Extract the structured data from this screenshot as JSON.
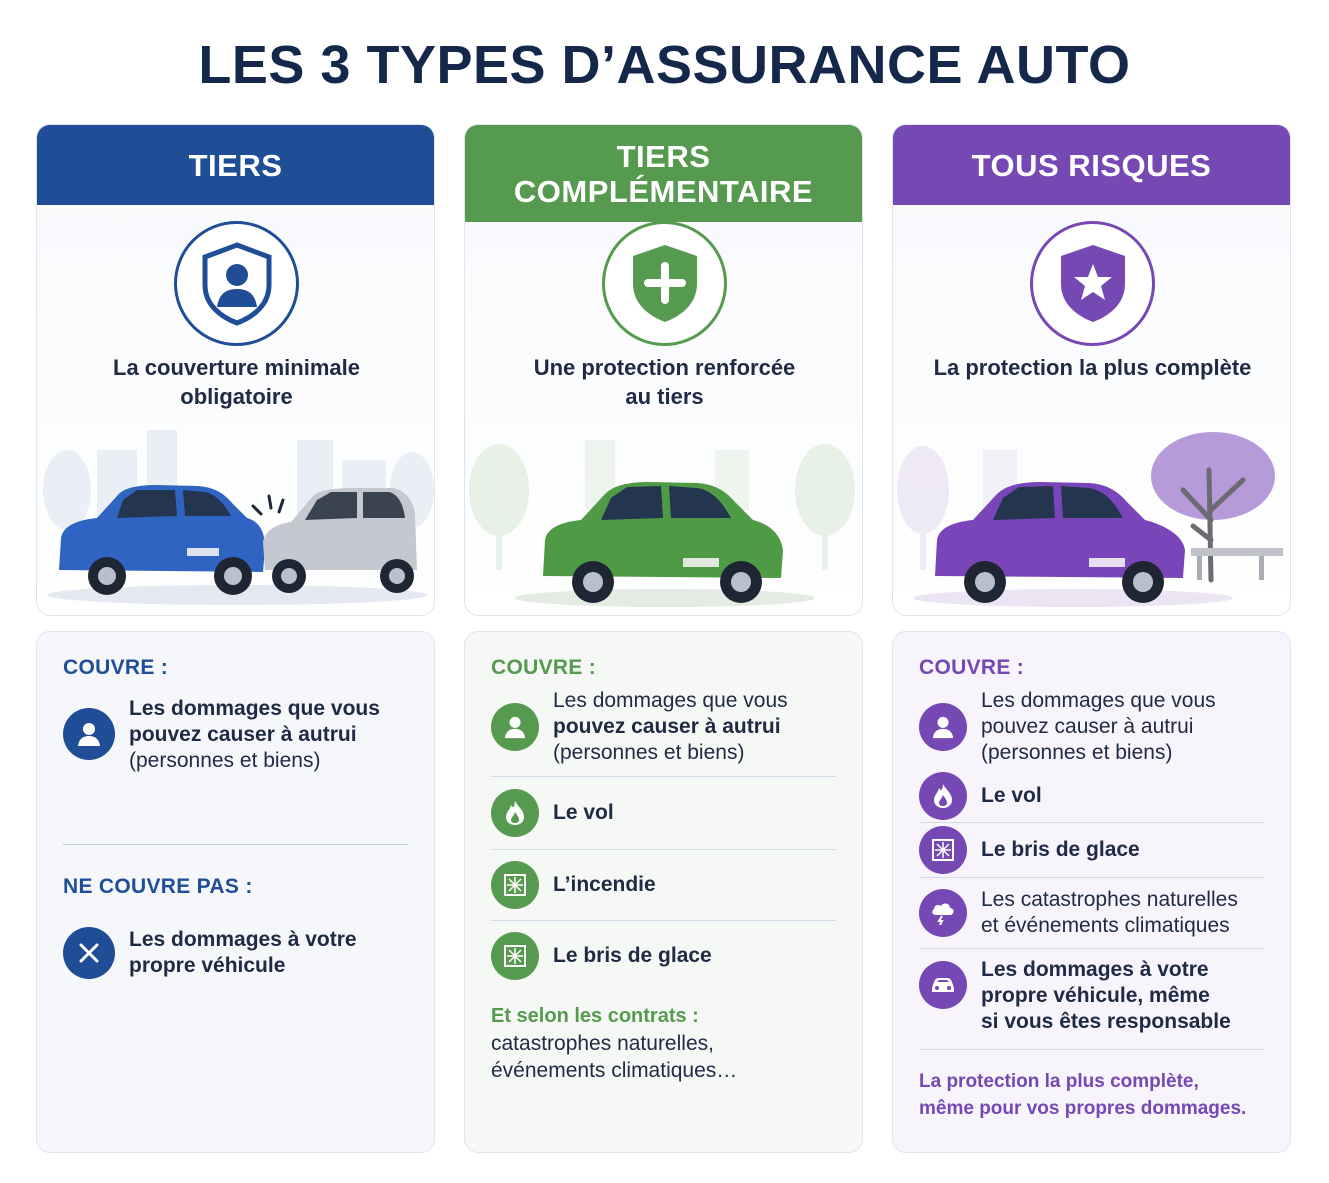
{
  "title": "LES 3 TYPES D’ASSURANCE AUTO",
  "colors": {
    "blue": "#1f4e96",
    "green": "#559a4f",
    "purple": "#7548b3"
  },
  "columns": [
    {
      "name": "TIERS",
      "subtitle_line1": "La couverture minimale",
      "subtitle_line2": "obligatoire",
      "covers_label": "COUVRE :",
      "covers": [
        {
          "icon": "person-icon",
          "line1": "Les dommages que vous",
          "line2": "pouvez causer à autrui",
          "line3": "(personnes et biens)"
        }
      ],
      "not_covers_label": "NE COUVRE PAS :",
      "not_covers": [
        {
          "icon": "close-icon",
          "line1": "Les dommages à votre",
          "line2": "propre véhicule"
        }
      ]
    },
    {
      "name_line1": "TIERS",
      "name_line2": "COMPLÉMENTAIRE",
      "subtitle_line1": "Une protection renforcée",
      "subtitle_line2": "au tiers",
      "covers_label": "COUVRE :",
      "covers": [
        {
          "icon": "person-icon",
          "line1": "Les dommages que vous",
          "line2": "pouvez causer à autrui",
          "line3": "(personnes et biens)"
        },
        {
          "icon": "flame-icon",
          "line1": "Le vol"
        },
        {
          "icon": "cracked-glass-icon",
          "line1": "L’incendie"
        },
        {
          "icon": "cracked-glass-icon",
          "line1": "Le bris de glace"
        }
      ],
      "extra_label": "Et selon les contrats :",
      "extra_line1": "catastrophes naturelles,",
      "extra_line2": "événements climatiques…"
    },
    {
      "name": "TOUS RISQUES",
      "subtitle_line1": "La protection la plus complète",
      "covers_label": "COUVRE :",
      "covers": [
        {
          "icon": "person-icon",
          "line1": "Les dommages que vous",
          "line2": "pouvez causer à autrui",
          "line3": "(personnes et biens)"
        },
        {
          "icon": "flame-icon",
          "line1": "Le vol"
        },
        {
          "icon": "cracked-glass-icon",
          "line1": "Le bris de glace"
        },
        {
          "icon": "storm-cloud-icon",
          "line1": "Les catastrophes naturelles",
          "line2": "et événements climatiques"
        },
        {
          "icon": "car-icon",
          "line1": "Les dommages à votre",
          "line2": "propre véhicule, même",
          "line3": "si vous êtes responsable"
        }
      ],
      "footer_line1": "La protection la plus complète,",
      "footer_line2": "même pour vos propres dommages."
    }
  ]
}
